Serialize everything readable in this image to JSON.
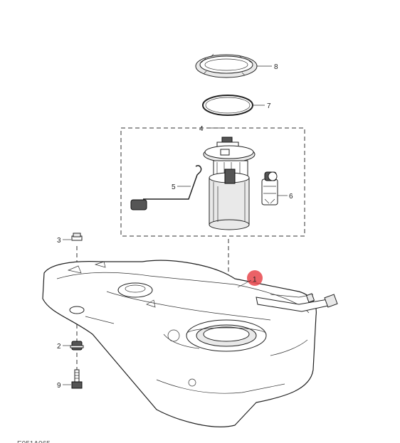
{
  "diagram": {
    "figure_id": "E051A065",
    "callouts": [
      {
        "id": "callout-1",
        "label": "1"
      },
      {
        "id": "callout-2",
        "label": "2"
      },
      {
        "id": "callout-3",
        "label": "3"
      },
      {
        "id": "callout-4",
        "label": "4"
      },
      {
        "id": "callout-5",
        "label": "5"
      },
      {
        "id": "callout-6",
        "label": "6"
      },
      {
        "id": "callout-7",
        "label": "7"
      },
      {
        "id": "callout-8",
        "label": "8"
      },
      {
        "id": "callout-9",
        "label": "9"
      }
    ],
    "highlight_color": "#e8474c"
  }
}
